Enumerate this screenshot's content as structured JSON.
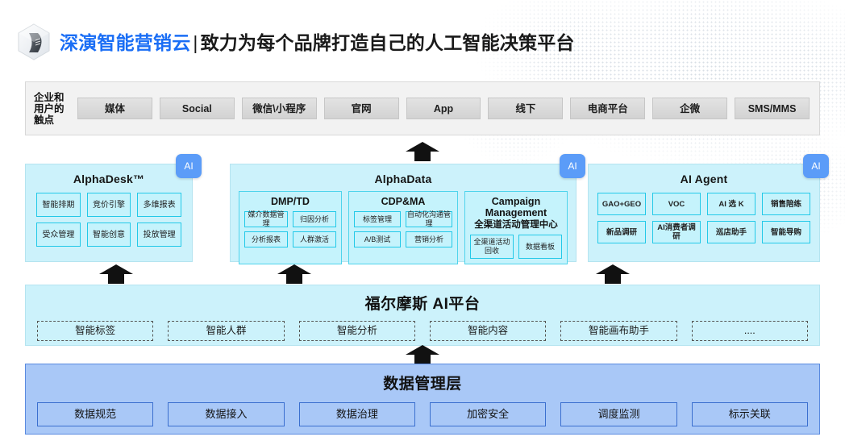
{
  "header": {
    "logo_icon": "hexagon-cube-logo",
    "brand": "深演智能营销云",
    "separator": "|",
    "tagline": "致力为每个品牌打造自己的人工智能决策平台"
  },
  "touchpoints": {
    "label": "企业和用户的触点",
    "items": [
      "媒体",
      "Social",
      "微信\\小程序",
      "官网",
      "App",
      "线下",
      "电商平台",
      "企微",
      "SMS/MMS"
    ]
  },
  "ai_badge_label": "AI",
  "products": {
    "alphadesk": {
      "title": "AlphaDesk™",
      "badge": "AI",
      "cells": [
        "智能排期",
        "竞价引擎",
        "多维报表",
        "受众管理",
        "智能创意",
        "投放管理"
      ]
    },
    "alphadata": {
      "title": "AlphaData",
      "badge": "AI",
      "subpanels": [
        {
          "title_en": "DMP/TD",
          "title_cn": "",
          "cells": [
            "媒介数据管理",
            "归因分析",
            "分析报表",
            "人群激活"
          ]
        },
        {
          "title_en": "CDP&MA",
          "title_cn": "",
          "cells": [
            "标签管理",
            "自动化沟通管理",
            "A/B测试",
            "营销分析"
          ]
        },
        {
          "title_en": "Campaign Management",
          "title_cn": "全渠道活动管理中心",
          "cells": [
            "全渠道活动回收",
            "数据看板"
          ]
        }
      ]
    },
    "ai_agent": {
      "title": "AI Agent",
      "badge": "AI",
      "cells": [
        "GAO+GEO",
        "VOC",
        "AI 选 K",
        "销售陪练",
        "新品调研",
        "AI消费者调研",
        "巡店助手",
        "智能导购"
      ]
    }
  },
  "holmes": {
    "title": "福尔摩斯 AI平台",
    "items": [
      "智能标签",
      "智能人群",
      "智能分析",
      "智能内容",
      "智能画布助手",
      "...."
    ]
  },
  "data_layer": {
    "title": "数据管理层",
    "items": [
      "数据规范",
      "数据接入",
      "数据治理",
      "加密安全",
      "调度监测",
      "标示关联"
    ]
  },
  "colors": {
    "brand_blue": "#1a6ef5",
    "panel_cyan": "#ccf2fb",
    "cell_border_cyan": "#23c9e8",
    "ai_badge_blue": "#5b9cf8",
    "data_layer_blue": "#a9c8f7",
    "data_layer_border": "#3a6fcf",
    "touch_band_gray": "#f2f2f2"
  }
}
